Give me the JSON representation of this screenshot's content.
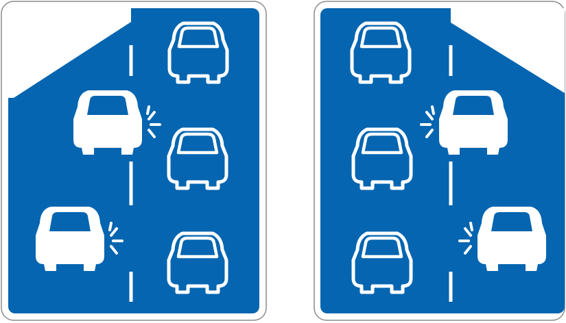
{
  "colors": {
    "sign_blue": "#0565b0",
    "white": "#ffffff",
    "border_grey": "#8a8a8a",
    "background": "#ffffff"
  },
  "signs": [
    {
      "name": "left-sign",
      "description_icon": "lane-merge-left-sign",
      "white_corner": "top-left",
      "outline_cars": 3,
      "filled_cars_with_indicator": 2,
      "indicator_side": "right"
    },
    {
      "name": "right-sign",
      "description_icon": "lane-merge-right-sign",
      "white_corner": "top-right",
      "outline_cars": 3,
      "filled_cars_with_indicator": 2,
      "indicator_side": "left"
    }
  ]
}
